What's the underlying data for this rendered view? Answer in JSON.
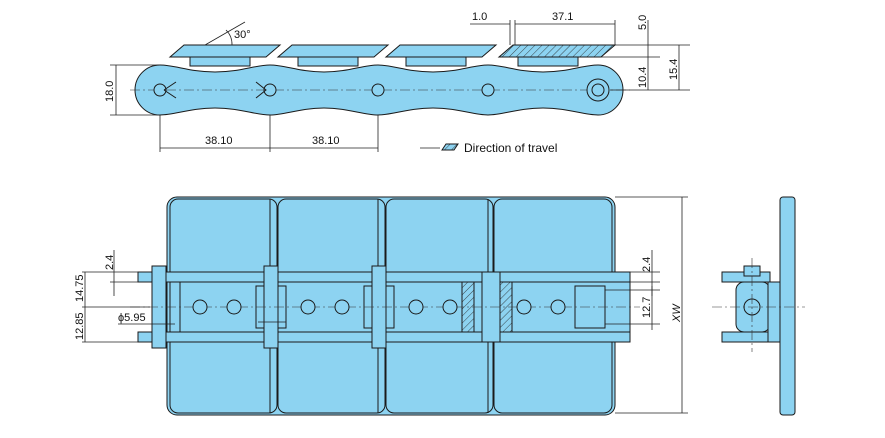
{
  "colors": {
    "part": "#8dd3f1",
    "line": "#1a1a1a"
  },
  "side_view": {
    "angle": "30°",
    "gap": "1.0",
    "plate_length": "37.1",
    "plate_thickness": "5.0",
    "total_height": "15.4",
    "pin_to_top": "10.4",
    "link_height": "18.0",
    "pitch_1": "38.10",
    "pitch_2": "38.10",
    "direction_label": "Direction of travel"
  },
  "plan_view": {
    "top_gap": "2.4",
    "upper_half": "14.75",
    "lower_half": "12.85",
    "pin_diameter": "ϕ5.95",
    "right_gap": "2.4",
    "inner_width": "12.7",
    "plate_width": "XW"
  }
}
